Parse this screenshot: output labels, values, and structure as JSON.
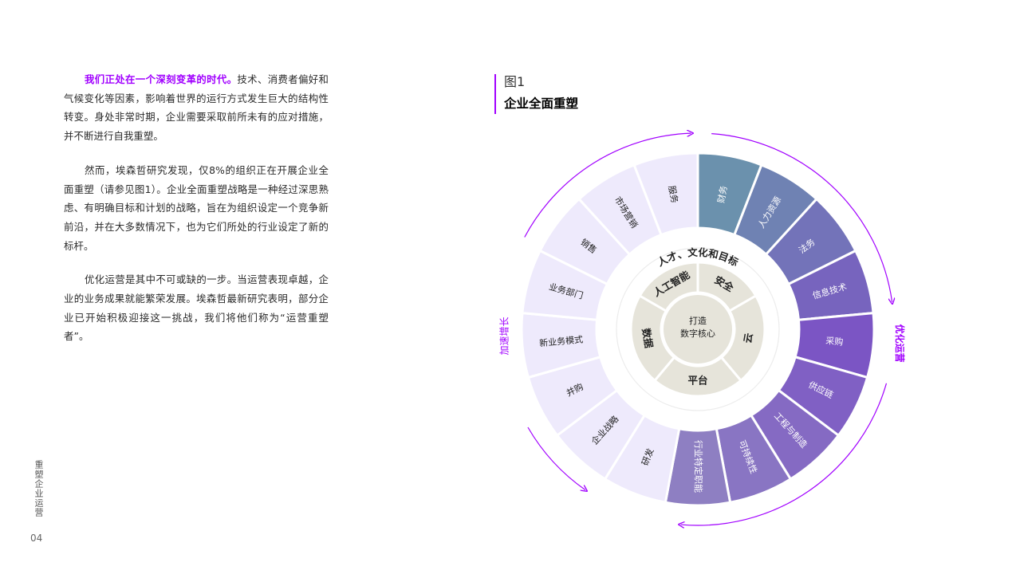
{
  "article": {
    "p1_lead": "我们正处在一个深刻变革的时代。",
    "p1_rest": "技术、消费者偏好和气候变化等因素，影响着世界的运行方式发生巨大的结构性转变。身处非常时期，企业需要采取前所未有的应对措施，并不断进行自我重塑。",
    "p2": "然而，埃森哲研究发现，仅8%的组织正在开展企业全面重塑（请参见图1）。企业全面重塑战略是一种经过深思熟虑、有明确目标和计划的战略，旨在为组织设定一个竞争新前沿，并在大多数情况下，也为它们所处的行业设定了新的标杆。",
    "p3": "优化运营是其中不可或缺的一步。当运营表现卓越，企业的业务成果就能繁荣发展。埃森哲最新研究表明，部分企业已开始积极迎接这一挑战，我们将他们称为“运营重塑者”。"
  },
  "figure": {
    "label": "图1",
    "title": "企业全面重塑",
    "arc_labels": {
      "left": "加速增长",
      "right": "优化运营"
    },
    "ring_caption": "人才、文化和目标",
    "core": {
      "line1": "打造",
      "line2": "数字核心"
    },
    "inner_segments": [
      "安全",
      "云",
      "平台",
      "数据",
      "人工智能"
    ],
    "outer_segments": [
      {
        "label": "财务",
        "group": "ops"
      },
      {
        "label": "人力资源",
        "group": "ops"
      },
      {
        "label": "法务",
        "group": "ops"
      },
      {
        "label": "信息技术",
        "group": "ops"
      },
      {
        "label": "采购",
        "group": "ops"
      },
      {
        "label": "供应链",
        "group": "ops"
      },
      {
        "label": "工程与制造",
        "group": "ops"
      },
      {
        "label": "可持续性",
        "group": "ops"
      },
      {
        "label": "行业特定职能",
        "group": "ops"
      },
      {
        "label": "研发",
        "group": "growth"
      },
      {
        "label": "企业战略",
        "group": "growth"
      },
      {
        "label": "并购",
        "group": "growth"
      },
      {
        "label": "新业务模式",
        "group": "growth"
      },
      {
        "label": "业务部门",
        "group": "growth"
      },
      {
        "label": "销售",
        "group": "growth"
      },
      {
        "label": "市场营销",
        "group": "growth"
      },
      {
        "label": "服务",
        "group": "growth"
      }
    ],
    "colors": {
      "accent": "#a100ff",
      "growth_fill": "#eeeafc",
      "ops_start": "#6b91ad",
      "ops_mid": "#7b55c4",
      "ops_end": "#8e7fc2",
      "inner_fill": "#e6e4da"
    }
  },
  "sidebar": {
    "vertical_title": "重塑企业运营",
    "page_number": "04"
  }
}
